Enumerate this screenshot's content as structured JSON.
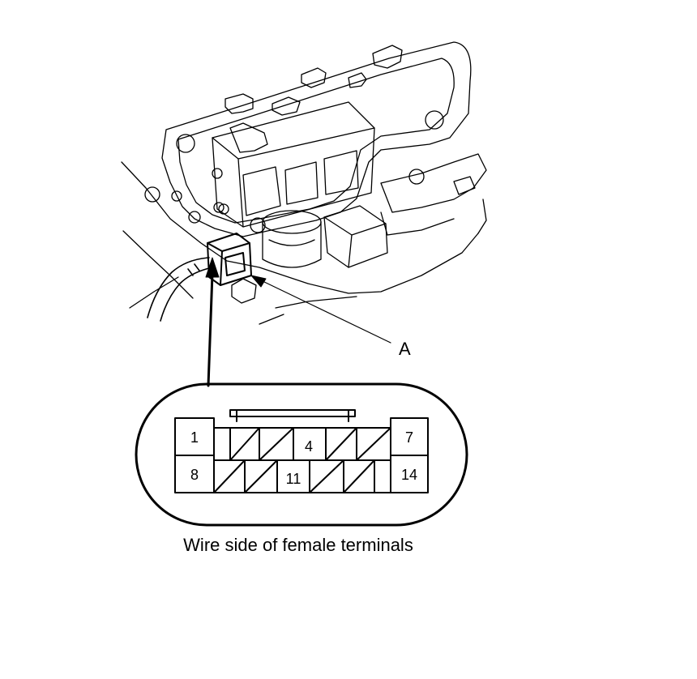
{
  "callout": {
    "label": "A"
  },
  "connector": {
    "caption": "Wire side of female terminals",
    "terminals": {
      "t1": "1",
      "t4": "4",
      "t7": "7",
      "t8": "8",
      "t11": "11",
      "t14": "14"
    }
  }
}
